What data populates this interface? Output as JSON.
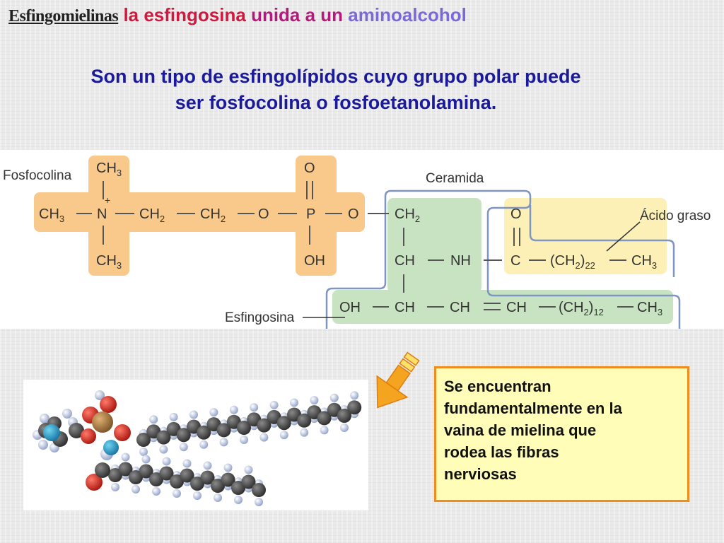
{
  "title": {
    "part1": "Esfingomielinas",
    "part2": "la esfingosina",
    "part3": "unida a un",
    "part4": "aminoalcohol"
  },
  "subtitle": {
    "line1": "Son un tipo de esfingolípidos cuyo grupo polar puede",
    "line2": "ser fosfocolina o fosfoetanolamina."
  },
  "diagram": {
    "label_fosfocolina": "Fosfocolina",
    "label_ceramida": "Ceramida",
    "label_acido_graso": "Ácido graso",
    "label_esfingosina": "Esfingosina",
    "ch3": "CH",
    "sub3": "3",
    "ch2": "CH",
    "sub2": "2",
    "ch": "CH",
    "n": "N",
    "plus": "+",
    "p": "P",
    "o": "O",
    "oh": "OH",
    "nh": "NH",
    "c": "C",
    "ch2_22": "(CH",
    "sub22": "22",
    "sub12": "12",
    "paren_close": ")"
  },
  "note": {
    "text_line1": "Se encuentran",
    "text_line2": "fundamentalmente en la",
    "text_line3": "vaina de mielina que",
    "text_line4": "rodea las fibras",
    "text_line5": "nerviosas"
  },
  "colors": {
    "orange_box": "#f8c98a",
    "green_box": "#c8e3c2",
    "yellow_box": "#fdf0b6",
    "ceramida_border": "#7f95c2",
    "title_red": "#d0193e",
    "title_magenta": "#b41a7b",
    "title_violet": "#7a69d6",
    "subtitle_blue": "#1a1a9a",
    "note_border": "#f28c1e"
  }
}
